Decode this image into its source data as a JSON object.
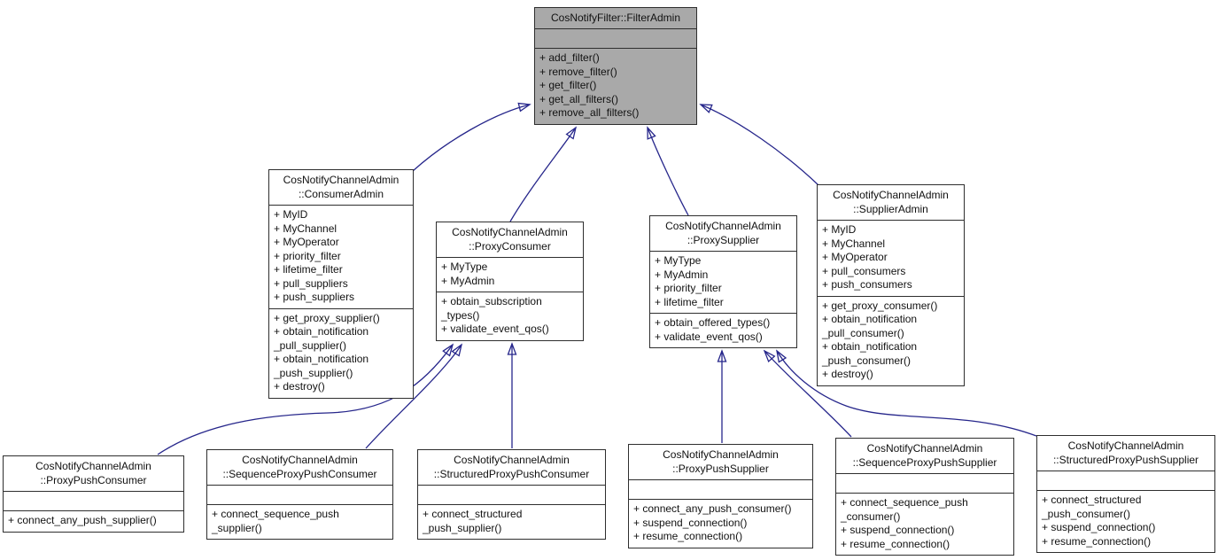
{
  "diagram": {
    "title": "CosNotifyFilter::FilterAdmin inheritance diagram",
    "arrow_color": "#26268b",
    "root_fill": "#a9a9a9",
    "classes": {
      "filterAdmin": {
        "title": [
          "CosNotifyFilter::FilterAdmin"
        ],
        "attributes": [],
        "methods": [
          "+ add_filter()",
          "+ remove_filter()",
          "+ get_filter()",
          "+ get_all_filters()",
          "+ remove_all_filters()"
        ]
      },
      "consumerAdmin": {
        "title": [
          "CosNotifyChannelAdmin",
          "::ConsumerAdmin"
        ],
        "attributes": [
          "+ MyID",
          "+ MyChannel",
          "+ MyOperator",
          "+ priority_filter",
          "+ lifetime_filter",
          "+ pull_suppliers",
          "+ push_suppliers"
        ],
        "methods": [
          "+ get_proxy_supplier()",
          "+ obtain_notification",
          "_pull_supplier()",
          "+ obtain_notification",
          "_push_supplier()",
          "+ destroy()"
        ]
      },
      "proxyConsumer": {
        "title": [
          "CosNotifyChannelAdmin",
          "::ProxyConsumer"
        ],
        "attributes": [
          "+ MyType",
          "+ MyAdmin"
        ],
        "methods": [
          "+ obtain_subscription",
          "_types()",
          "+ validate_event_qos()"
        ]
      },
      "proxySupplier": {
        "title": [
          "CosNotifyChannelAdmin",
          "::ProxySupplier"
        ],
        "attributes": [
          "+ MyType",
          "+ MyAdmin",
          "+ priority_filter",
          "+ lifetime_filter"
        ],
        "methods": [
          "+ obtain_offered_types()",
          "+ validate_event_qos()"
        ]
      },
      "supplierAdmin": {
        "title": [
          "CosNotifyChannelAdmin",
          "::SupplierAdmin"
        ],
        "attributes": [
          "+ MyID",
          "+ MyChannel",
          "+ MyOperator",
          "+ pull_consumers",
          "+ push_consumers"
        ],
        "methods": [
          "+ get_proxy_consumer()",
          "+ obtain_notification",
          "_pull_consumer()",
          "+ obtain_notification",
          "_push_consumer()",
          "+ destroy()"
        ]
      },
      "proxyPushConsumer": {
        "title": [
          "CosNotifyChannelAdmin",
          "::ProxyPushConsumer"
        ],
        "attributes": [],
        "methods": [
          "+ connect_any_push_supplier()"
        ]
      },
      "sequenceProxyPushConsumer": {
        "title": [
          "CosNotifyChannelAdmin",
          "::SequenceProxyPushConsumer"
        ],
        "attributes": [],
        "methods": [
          "+ connect_sequence_push",
          "_supplier()"
        ]
      },
      "structuredProxyPushConsumer": {
        "title": [
          "CosNotifyChannelAdmin",
          "::StructuredProxyPushConsumer"
        ],
        "attributes": [],
        "methods": [
          "+ connect_structured",
          "_push_supplier()"
        ]
      },
      "proxyPushSupplier": {
        "title": [
          "CosNotifyChannelAdmin",
          "::ProxyPushSupplier"
        ],
        "attributes": [],
        "methods": [
          "+ connect_any_push_consumer()",
          "+ suspend_connection()",
          "+ resume_connection()"
        ]
      },
      "sequenceProxyPushSupplier": {
        "title": [
          "CosNotifyChannelAdmin",
          "::SequenceProxyPushSupplier"
        ],
        "attributes": [],
        "methods": [
          "+ connect_sequence_push",
          "_consumer()",
          "+ suspend_connection()",
          "+ resume_connection()"
        ]
      },
      "structuredProxyPushSupplier": {
        "title": [
          "CosNotifyChannelAdmin",
          "::StructuredProxyPushSupplier"
        ],
        "attributes": [],
        "methods": [
          "+ connect_structured",
          "_push_consumer()",
          "+ suspend_connection()",
          "+ resume_connection()"
        ]
      }
    },
    "edges": [
      {
        "from": "CosNotifyChannelAdmin::ConsumerAdmin",
        "to": "CosNotifyFilter::FilterAdmin",
        "type": "generalization"
      },
      {
        "from": "CosNotifyChannelAdmin::ProxyConsumer",
        "to": "CosNotifyFilter::FilterAdmin",
        "type": "generalization"
      },
      {
        "from": "CosNotifyChannelAdmin::ProxySupplier",
        "to": "CosNotifyFilter::FilterAdmin",
        "type": "generalization"
      },
      {
        "from": "CosNotifyChannelAdmin::SupplierAdmin",
        "to": "CosNotifyFilter::FilterAdmin",
        "type": "generalization"
      },
      {
        "from": "CosNotifyChannelAdmin::ProxyPushConsumer",
        "to": "CosNotifyChannelAdmin::ProxyConsumer",
        "type": "generalization"
      },
      {
        "from": "CosNotifyChannelAdmin::SequenceProxyPushConsumer",
        "to": "CosNotifyChannelAdmin::ProxyConsumer",
        "type": "generalization"
      },
      {
        "from": "CosNotifyChannelAdmin::StructuredProxyPushConsumer",
        "to": "CosNotifyChannelAdmin::ProxyConsumer",
        "type": "generalization"
      },
      {
        "from": "CosNotifyChannelAdmin::ProxyPushSupplier",
        "to": "CosNotifyChannelAdmin::ProxySupplier",
        "type": "generalization"
      },
      {
        "from": "CosNotifyChannelAdmin::SequenceProxyPushSupplier",
        "to": "CosNotifyChannelAdmin::ProxySupplier",
        "type": "generalization"
      },
      {
        "from": "CosNotifyChannelAdmin::StructuredProxyPushSupplier",
        "to": "CosNotifyChannelAdmin::ProxySupplier",
        "type": "generalization"
      }
    ]
  }
}
